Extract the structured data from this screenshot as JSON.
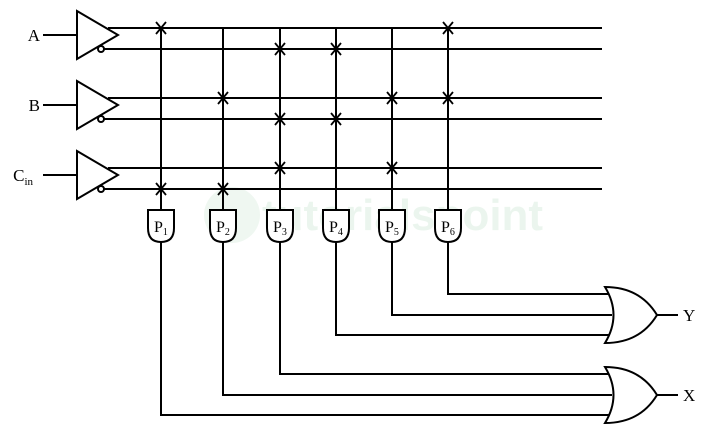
{
  "inputs": [
    {
      "name": "A",
      "sub": ""
    },
    {
      "name": "C",
      "sub": "in",
      "_note": ""
    },
    {
      "name": "B",
      "sub": ""
    }
  ],
  "lines": [
    "A",
    "A'",
    "B",
    "B'",
    "C",
    "C'"
  ],
  "products": [
    {
      "label": "P",
      "sub": "1",
      "connects": [
        "A",
        "C'"
      ]
    },
    {
      "label": "P",
      "sub": "2",
      "connects": [
        "B",
        "C'"
      ]
    },
    {
      "label": "P",
      "sub": "3",
      "connects": [
        "A'",
        "B'",
        "C"
      ]
    },
    {
      "label": "P",
      "sub": "4",
      "connects": [
        "A'",
        "B'"
      ]
    },
    {
      "label": "P",
      "sub": "5",
      "connects": [
        "B",
        "C"
      ]
    },
    {
      "label": "P",
      "sub": "6",
      "connects": [
        "A",
        "B"
      ]
    }
  ],
  "outputs": [
    {
      "name": "Y",
      "inputs": [
        "6",
        "5",
        "4"
      ]
    },
    {
      "name": "X",
      "inputs": [
        "3",
        "2",
        "1"
      ]
    }
  ],
  "watermark": "tutorialspoint"
}
